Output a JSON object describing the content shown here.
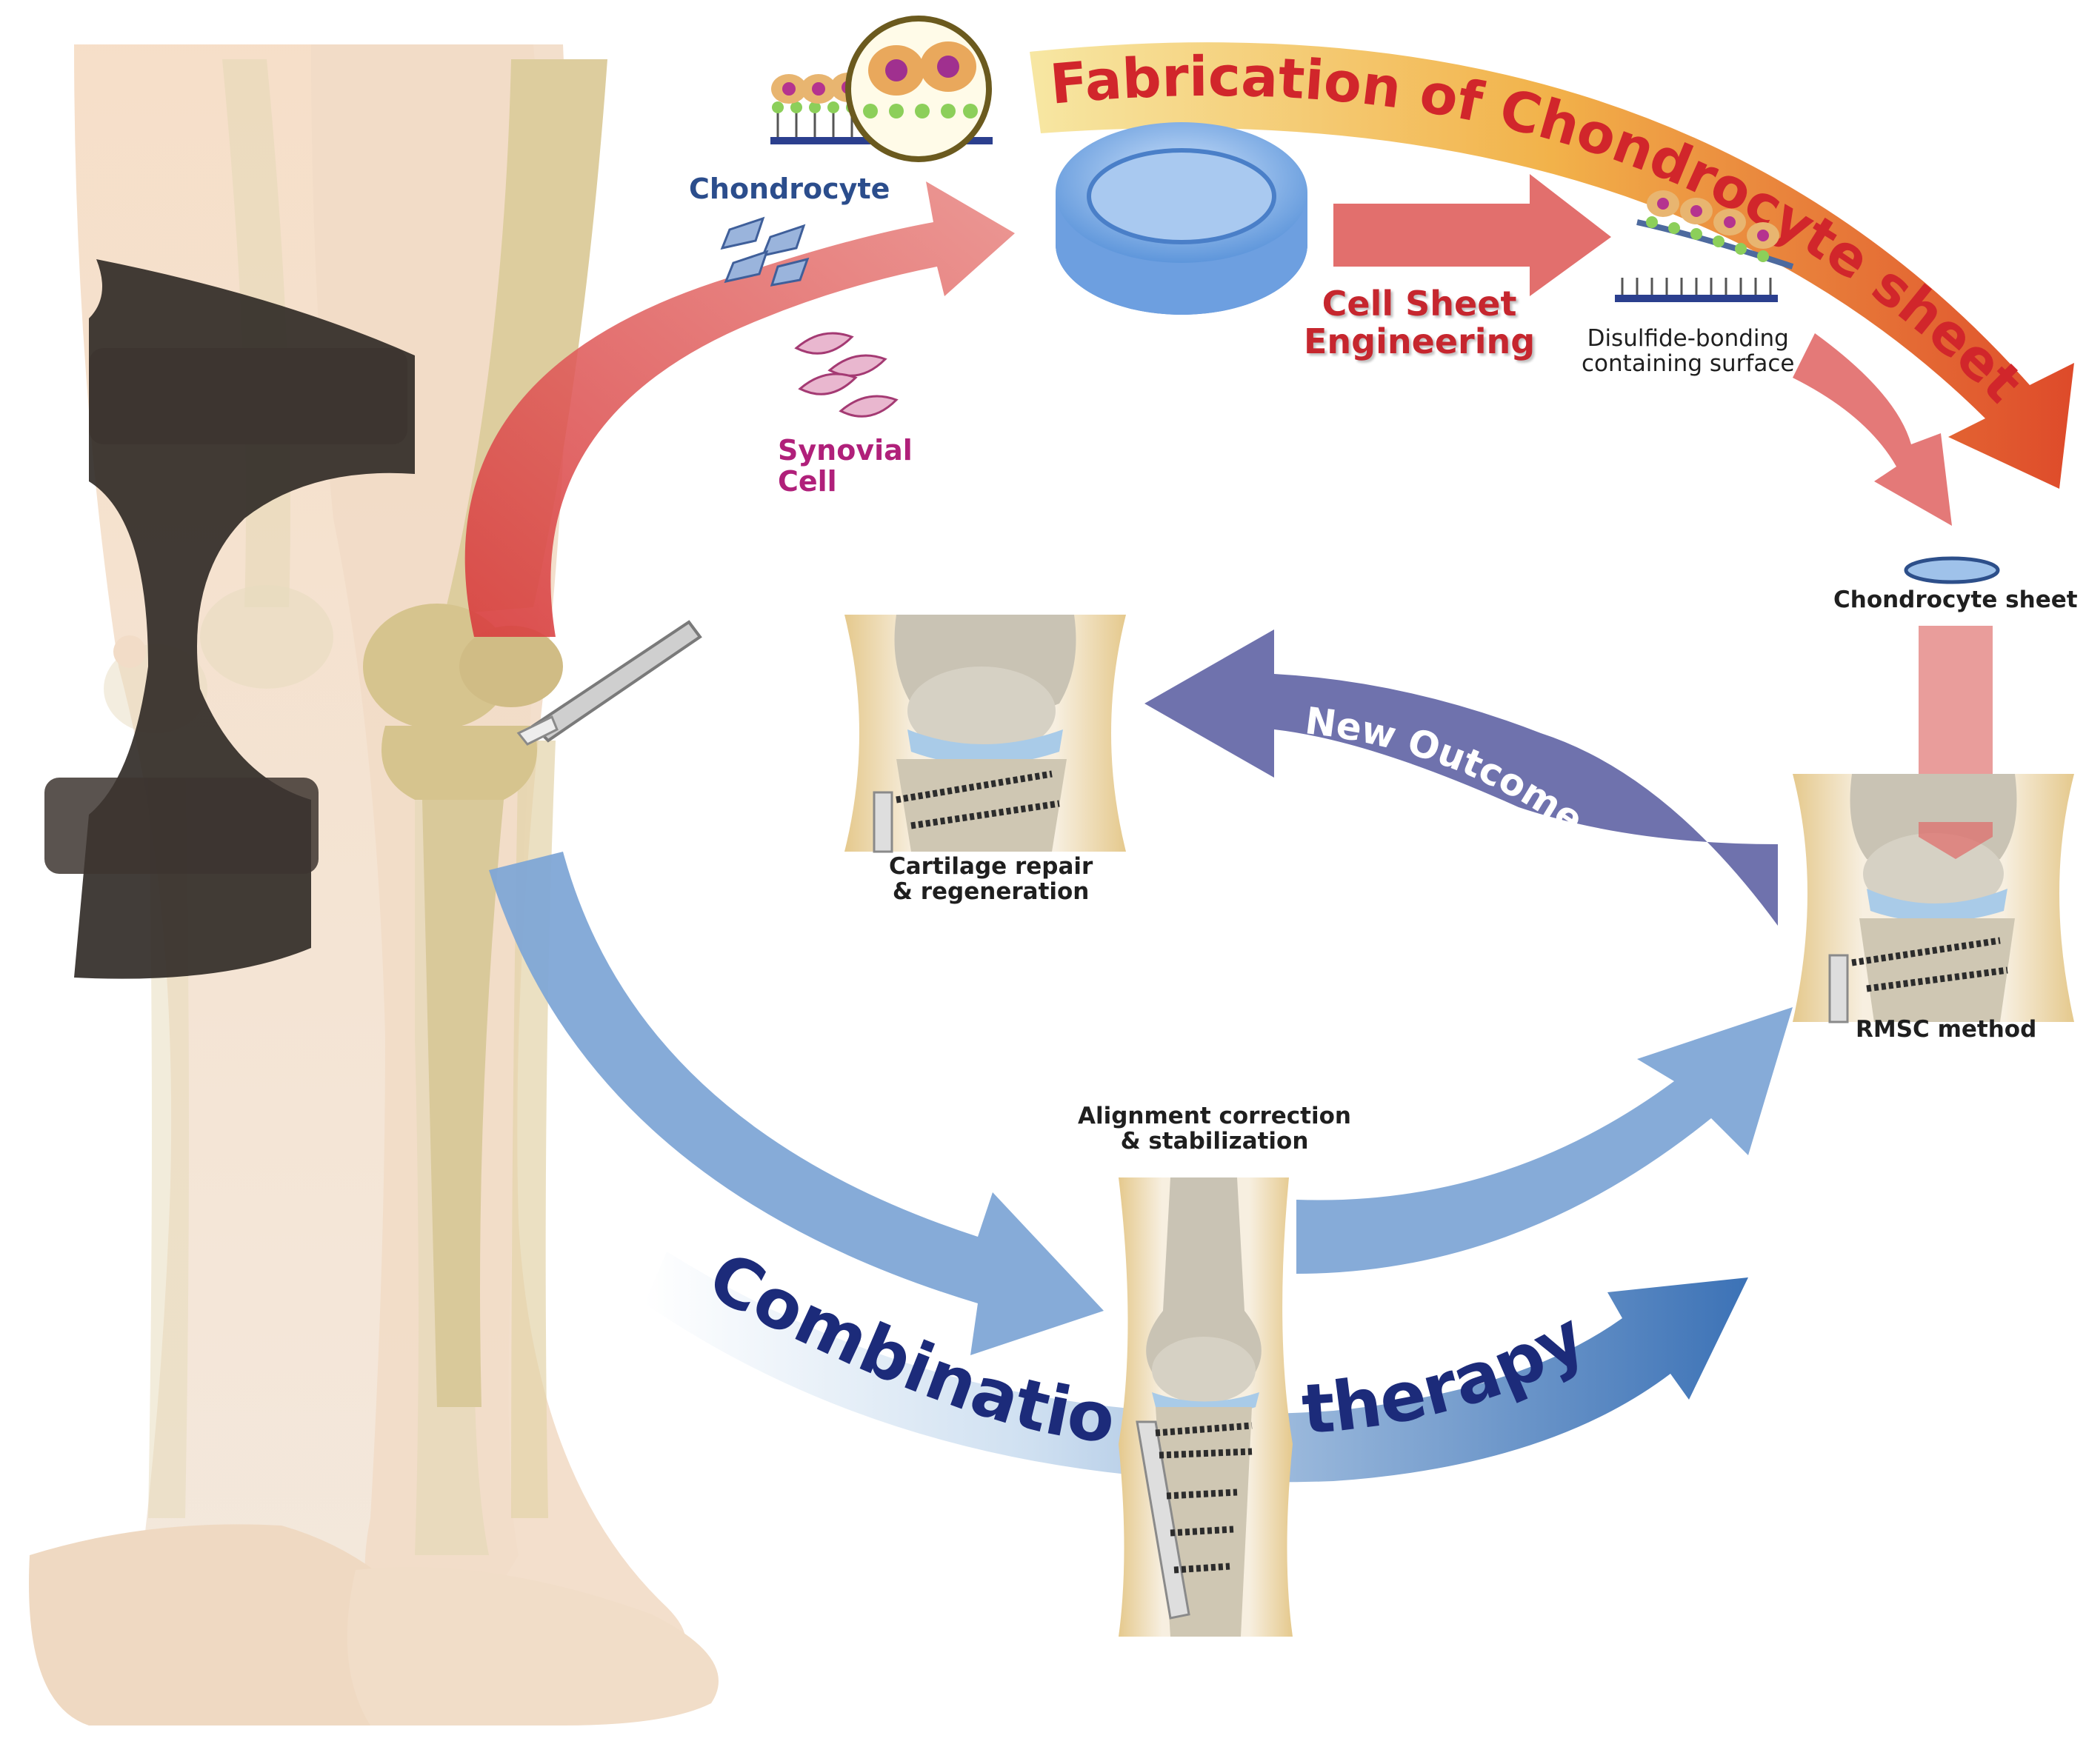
{
  "titles": {
    "fabrication": "Fabrication of Chondrocyte sheet",
    "combination_word1": "Combination",
    "combination_word2": "therapy",
    "new_outcome": "New Outcome"
  },
  "labels": {
    "chondrocyte": "Chondrocyte",
    "synovial_line1": "Synovial",
    "synovial_line2": "Cell",
    "cell_sheet_line1": "Cell Sheet",
    "cell_sheet_line2": "Engineering",
    "surface_line1": "Disulfide-bonding",
    "surface_line2": "containing surface",
    "chondrocyte_sheet": "Chondrocyte sheet",
    "cartilage_line1": "Cartilage repair",
    "cartilage_line2": "& regeneration",
    "rmsc": "RMSC method",
    "alignment_line1": "Alignment correction",
    "alignment_line2": "& stabilization"
  },
  "colors": {
    "red_arrow": "#e05a5a",
    "blue_arrow": "#7fa6d6",
    "purple_arrow": "#6f72ad",
    "fabrication_text": "#d1262b",
    "combination_text": "#1c2b7a",
    "skin": "#f3dcc4",
    "bone": "#d8c79a",
    "brace": "#2e2824"
  }
}
